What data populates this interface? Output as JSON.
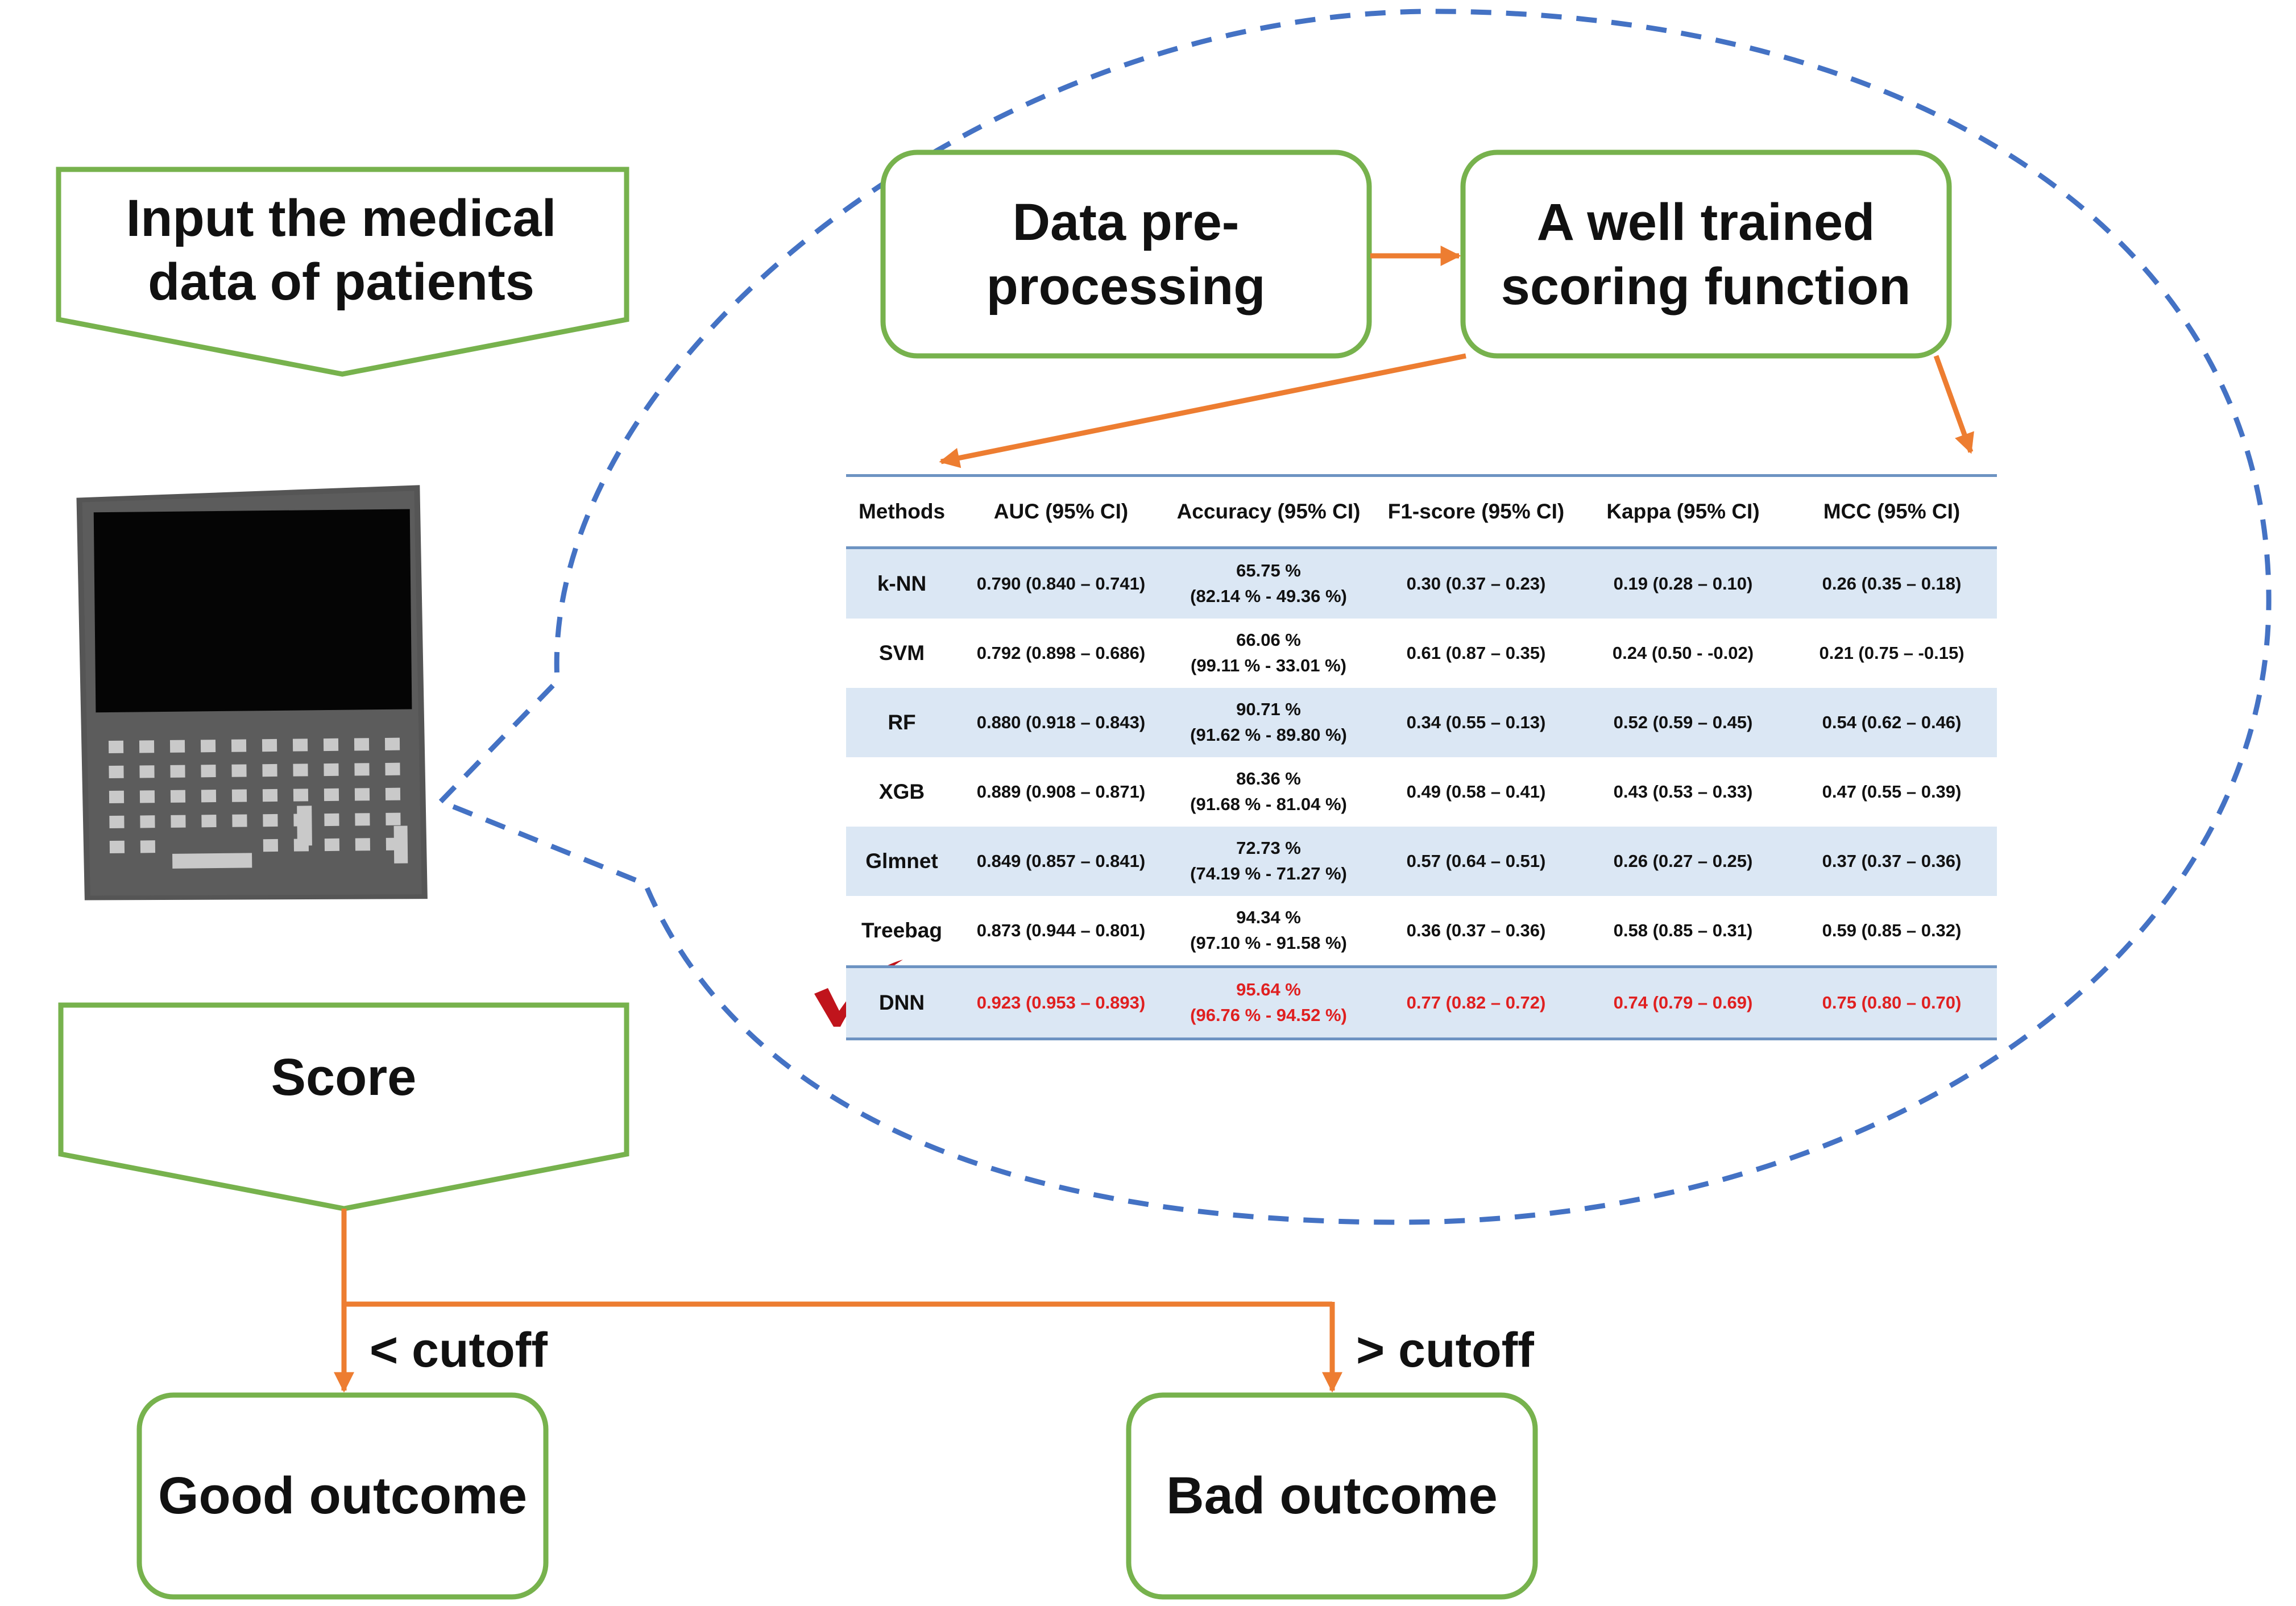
{
  "boxes": {
    "input": "Input the medical data of patients",
    "preprocess": "Data pre-processing",
    "scoring": "A well trained scoring function",
    "score": "Score",
    "good": "Good outcome",
    "bad": "Bad outcome"
  },
  "cutoffs": {
    "less": "< cutoff",
    "greater": "> cutoff"
  },
  "table": {
    "headers": [
      "Methods",
      "AUC (95% CI)",
      "Accuracy (95% CI)",
      "F1-score (95% CI)",
      "Kappa (95% CI)",
      "MCC (95% CI)"
    ],
    "rows": [
      {
        "method": "k-NN",
        "auc": "0.790 (0.840 – 0.741)",
        "acc1": "65.75 %",
        "acc2": "(82.14 % - 49.36 %)",
        "f1": "0.30 (0.37 – 0.23)",
        "kappa": "0.19 (0.28 – 0.10)",
        "mcc": "0.26 (0.35 – 0.18)"
      },
      {
        "method": "SVM",
        "auc": "0.792 (0.898 – 0.686)",
        "acc1": "66.06 %",
        "acc2": "(99.11 % - 33.01 %)",
        "f1": "0.61 (0.87 – 0.35)",
        "kappa": "0.24 (0.50 - -0.02)",
        "mcc": "0.21 (0.75 – -0.15)"
      },
      {
        "method": "RF",
        "auc": "0.880 (0.918 – 0.843)",
        "acc1": "90.71 %",
        "acc2": "(91.62 % - 89.80 %)",
        "f1": "0.34 (0.55 – 0.13)",
        "kappa": "0.52 (0.59 – 0.45)",
        "mcc": "0.54 (0.62 – 0.46)"
      },
      {
        "method": "XGB",
        "auc": "0.889 (0.908 – 0.871)",
        "acc1": "86.36 %",
        "acc2": "(91.68 % - 81.04 %)",
        "f1": "0.49 (0.58 – 0.41)",
        "kappa": "0.43 (0.53 – 0.33)",
        "mcc": "0.47 (0.55 – 0.39)"
      },
      {
        "method": "Glmnet",
        "auc": "0.849 (0.857 – 0.841)",
        "acc1": "72.73 %",
        "acc2": "(74.19 % - 71.27 %)",
        "f1": "0.57 (0.64 – 0.51)",
        "kappa": "0.26 (0.27 – 0.25)",
        "mcc": "0.37 (0.37 – 0.36)"
      },
      {
        "method": "Treebag",
        "auc": "0.873 (0.944 – 0.801)",
        "acc1": "94.34 %",
        "acc2": "(97.10 % - 91.58 %)",
        "f1": "0.36 (0.37 – 0.36)",
        "kappa": "0.58 (0.85 – 0.31)",
        "mcc": "0.59 (0.85 – 0.32)"
      },
      {
        "method": "DNN",
        "auc": "0.923 (0.953 – 0.893)",
        "acc1": "95.64 %",
        "acc2": "(96.76 % - 94.52 %)",
        "f1": "0.77 (0.82 – 0.72)",
        "kappa": "0.74 (0.79 – 0.69)",
        "mcc": "0.75 (0.80 – 0.70)"
      }
    ]
  },
  "colors": {
    "box_border": "#77b24d",
    "arrow": "#ed7d31",
    "bubble": "#4472c4",
    "table_rule": "#6d93c2",
    "row_shade": "#dbe7f4",
    "best": "#e02020",
    "check": "#c0141c"
  },
  "icons": {
    "device": "handheld-computer-icon",
    "check": "checkmark-icon"
  }
}
